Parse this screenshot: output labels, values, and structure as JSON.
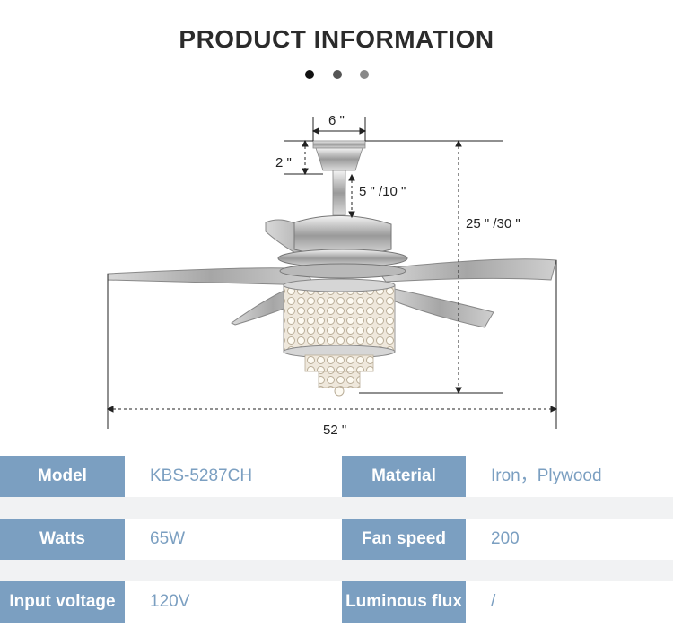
{
  "header": {
    "title": "PRODUCT INFORMATION"
  },
  "carousel": {
    "dot_colors": [
      "#111111",
      "#555555",
      "#888888"
    ]
  },
  "dimensions": {
    "top_width": "6 \"",
    "canopy_height": "2 \"",
    "downrod": "5 \" /10 \"",
    "total_height": "25 \" /30 \"",
    "span": "52 \""
  },
  "specs": [
    {
      "label": "Model",
      "value": "KBS-5287CH",
      "label2": "Material",
      "value2": "Iron，Plywood"
    },
    {
      "label": "Watts",
      "value": "65W",
      "label2": "Fan speed",
      "value2": "200"
    },
    {
      "label": "Input voltage",
      "value": "120V",
      "label2": "Luminous flux",
      "value2": "/"
    }
  ],
  "colors": {
    "label_bg": "#7b9fc1",
    "value_text": "#7b9fc1",
    "separator": "#f1f2f3"
  }
}
